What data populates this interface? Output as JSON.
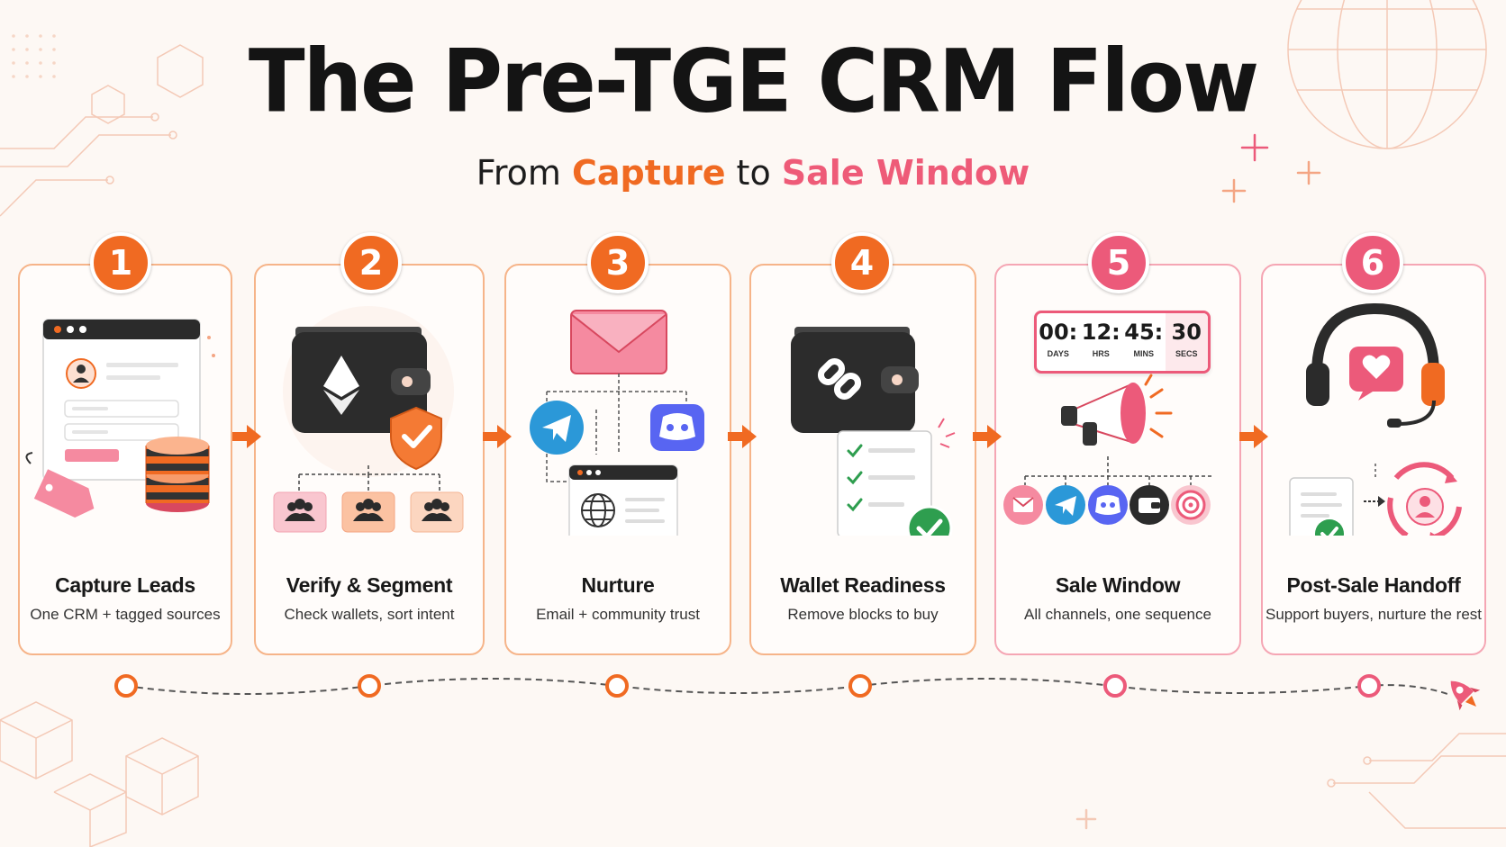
{
  "title": "The Pre-TGE CRM Flow",
  "subtitle": {
    "prefix": "From ",
    "highlight1": "Capture",
    "middle": " to ",
    "highlight2": "Sale Window"
  },
  "colors": {
    "orange": "#f06a22",
    "pink": "#ec5a7a",
    "card_border_orange": "#f6b489",
    "card_border_pink": "#f5a6b4",
    "background": "#fdf8f4"
  },
  "steps": [
    {
      "number": "1",
      "title": "Capture Leads",
      "description": "One CRM + tagged sources",
      "icon": "signup-form-database-tag-icon"
    },
    {
      "number": "2",
      "title": "Verify & Segment",
      "description": "Check wallets, sort intent",
      "icon": "ethereum-wallet-shield-icon"
    },
    {
      "number": "3",
      "title": "Nurture",
      "description": "Email + community trust",
      "icon": "email-telegram-discord-web-icon"
    },
    {
      "number": "4",
      "title": "Wallet Readiness",
      "description": "Remove blocks to buy",
      "icon": "wallet-link-checklist-icon"
    },
    {
      "number": "5",
      "title": "Sale Window",
      "description": "All channels, one sequence",
      "icon": "countdown-megaphone-channels-icon"
    },
    {
      "number": "6",
      "title": "Post-Sale Handoff",
      "description": "Support buyers, nurture the rest",
      "icon": "headset-support-handoff-icon"
    }
  ],
  "countdown": {
    "days": "00:",
    "hours": "12:",
    "mins": "45:",
    "secs": "30",
    "days_label": "DAYS",
    "hours_label": "HRS",
    "mins_label": "MINS",
    "secs_label": "SECS"
  }
}
